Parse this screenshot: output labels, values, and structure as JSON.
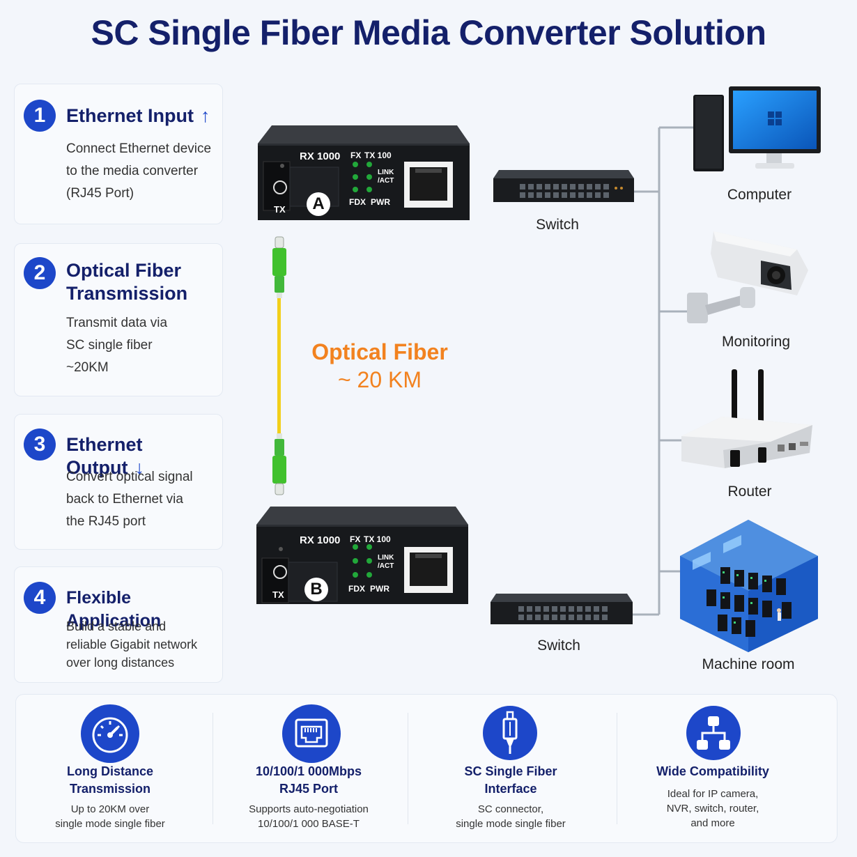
{
  "title": "SC Single Fiber Media Converter Solution",
  "steps": [
    {
      "num": "1",
      "title": "Ethernet Input",
      "arrow": "↑",
      "desc": [
        "Connect Ethernet device",
        "to the media converter",
        "(RJ45 Port)"
      ]
    },
    {
      "num": "2",
      "title_lines": [
        "Optical Fiber",
        "Transmission"
      ],
      "desc": [
        "Transmit data via",
        "SC single fiber",
        "~20KM"
      ]
    },
    {
      "num": "3",
      "title": "Ethernet Output",
      "arrow": "↓",
      "desc": [
        "Convert optical signal",
        "back to Ethernet via",
        "the RJ45 port"
      ]
    },
    {
      "num": "4",
      "title": "Flexible Application",
      "desc": [
        "Build a stable and",
        "reliable Gigabit network",
        "over long distances"
      ]
    }
  ],
  "converter": {
    "rx": "RX 1000",
    "fx": "FX",
    "tx100": "TX 100",
    "link": "LINK",
    "act": "/ACT",
    "fdx": "FDX",
    "pwr": "PWR",
    "tx": "TX",
    "a": "A",
    "b": "B"
  },
  "fiber": {
    "line1": "Optical Fiber",
    "line2": "~ 20 KM"
  },
  "devices": {
    "switch_top": "Switch",
    "switch_bottom": "Switch",
    "computer": "Computer",
    "monitoring": "Monitoring",
    "router": "Router",
    "machine_room": "Machine room"
  },
  "features": [
    {
      "title": [
        "Long Distance",
        "Transmission"
      ],
      "desc": [
        "Up to 20KM over",
        "single mode single fiber"
      ],
      "icon": "speedometer-icon"
    },
    {
      "title": [
        "10/100/1 000Mbps",
        "RJ45 Port"
      ],
      "desc": [
        "Supports auto-negotiation",
        "10/100/1 000 BASE-T"
      ],
      "icon": "ethernet-port-icon"
    },
    {
      "title": [
        "SC Single Fiber",
        "Interface"
      ],
      "desc": [
        "SC connector,",
        "single mode single fiber"
      ],
      "icon": "fiber-connector-icon"
    },
    {
      "title": [
        "Wide Compatibility"
      ],
      "desc": [
        "Ideal for IP camera,",
        "NVR, switch, router,",
        "and more"
      ],
      "icon": "network-topology-icon"
    }
  ]
}
